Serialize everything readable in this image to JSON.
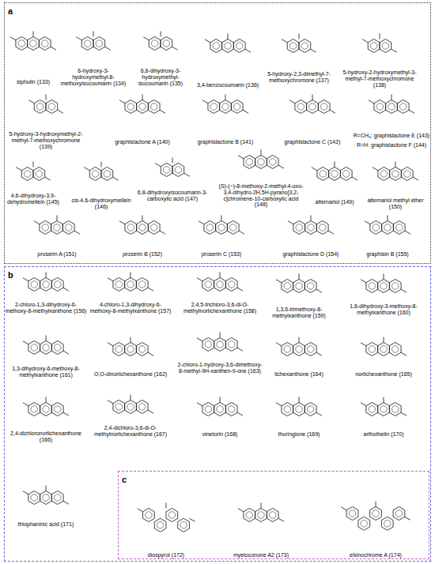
{
  "diagram": {
    "nodes": [
      {
        "text": [
          "a"
        ]
      },
      {
        "text": [
          "b"
        ]
      },
      {
        "text": [
          "c"
        ],
        "in": 1
      }
    ],
    "labels": [
      "siphulin (133)",
      "6-hydroxy-3-hydroxymethyl-8-methoxyisocoumarin (134)",
      "6,8-dihydroxy-3-hydroxymethyl-isocoumarin (135)",
      "3,4-benzocoumarin (136)",
      "5-hydroxy-2,3-dimethyl-7-methoxychromone (137)",
      "5-hydroxy-2-hydroxymethyl-3-methyl-7-methoxychromone (138)",
      "5-hydroxy-3-hydroxymethyl-2-methyl-7-methoxychromone (139)",
      "graphislactone A (140)",
      "graphislactone B (141)",
      "graphislactone C (142)",
      "R=CH₃: graphislactone E (143)",
      "R=H: graphislactone F (144)",
      "4,6-dihydroxy-3,9-dehydromellein (145)",
      "cis-4,6-dihydroxymellein (146)",
      "6,8-dihydroxyisocoumarin-3-carboxylic acid (147)",
      "(S)-(−)-8-methoxy-2-methyl-4-oxo-3,4-dihydro-2H,5H-pyrano[3,2-c]chromene-10-carboxylic acid (148)",
      "alternariol (149)",
      "alternariol methyl ether (150)",
      "proserin A (151)",
      "proserin B (152)",
      "proserin C (153)",
      "graphislactone D (154)",
      "graphisin B (155)",
      "2-chloro-1,3-dihydroxy-6-methoxy-8-methylxanthone (156)",
      "4-chloro-1,3-dihydroxy-6-methoxy-8-methylxanthone (157)",
      "2,4,5-trichloro-3,6-di-O-methylnorlichexanthone (158)",
      "1,3,6-trimethoxy-8-methylxanthone (159)",
      "1,6-dihydroxy-3-methoxy-8-methylxanthone (160)",
      "1,3-dihydroxy-6-methoxy-8-methylxanthone (161)",
      "O,O-dinorlichexanthone (162)",
      "2-chloro-1-hydroxy-3,6-dimethoxy-8-methyl-9H-xanthen-9-one (163)",
      "lichexanthone (164)",
      "norlichexanthone (165)",
      "2,4-dichloronorlichexanthone (166)",
      "2,4-dichloro-3,6-di-O-methylnorlichexanthone (167)",
      "vinetorin (168)",
      "thuringione (169)",
      "arthothelin (170)",
      "thiophaninic acid (171)",
      "diospyrol (172)",
      "myeloconone A2 (173)",
      "elsinochrome A (174)"
    ]
  }
}
